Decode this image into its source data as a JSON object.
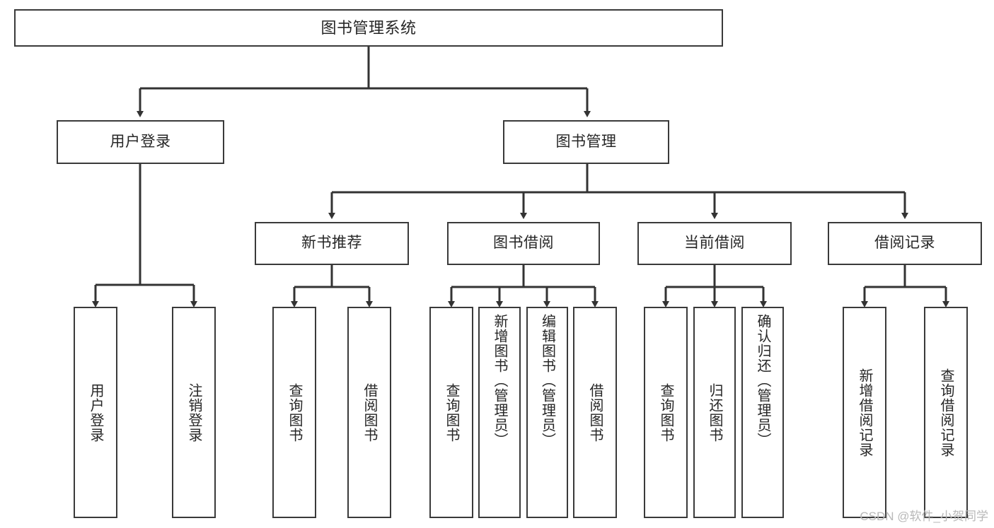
{
  "diagram": {
    "type": "tree",
    "title": "图书管理系统",
    "orientation": "top-down",
    "colors": {
      "background": "#ffffff",
      "node_border": "#3a3a3a",
      "node_fill": "#ffffff",
      "connector": "#333333",
      "label_text": "#262626",
      "watermark_text": "#b8b8b8"
    },
    "root": {
      "label": "图书管理系统"
    },
    "level1": [
      {
        "label": "用户登录"
      },
      {
        "label": "图书管理"
      }
    ],
    "level2": [
      {
        "label": "新书推荐"
      },
      {
        "label": "图书借阅"
      },
      {
        "label": "当前借阅"
      },
      {
        "label": "借阅记录"
      }
    ],
    "leaves": {
      "user_login": [
        {
          "label": "用户登录"
        },
        {
          "label": "注销登录"
        }
      ],
      "new_book_recommend": [
        {
          "label": "查询图书"
        },
        {
          "label": "借阅图书"
        }
      ],
      "book_borrow": [
        {
          "label": "查询图书"
        },
        {
          "label": "新增图书（管理员）"
        },
        {
          "label": "编辑图书（管理员）"
        },
        {
          "label": "借阅图书"
        }
      ],
      "current_borrow": [
        {
          "label": "查询图书"
        },
        {
          "label": "归还图书"
        },
        {
          "label": "确认归还（管理员）"
        }
      ],
      "borrow_record": [
        {
          "label": "新增借阅记录"
        },
        {
          "label": "查询借阅记录"
        }
      ]
    },
    "watermark": "CSDN @软件_小贺同学"
  },
  "chart_data": {
    "type": "table",
    "title": "图书管理系统功能结构",
    "hierarchy": [
      {
        "level": 0,
        "label": "图书管理系统",
        "children": [
          {
            "level": 1,
            "label": "用户登录",
            "children": [
              {
                "level": 2,
                "label": "用户登录"
              },
              {
                "level": 2,
                "label": "注销登录"
              }
            ]
          },
          {
            "level": 1,
            "label": "图书管理",
            "children": [
              {
                "level": 2,
                "label": "新书推荐",
                "children": [
                  {
                    "level": 3,
                    "label": "查询图书"
                  },
                  {
                    "level": 3,
                    "label": "借阅图书"
                  }
                ]
              },
              {
                "level": 2,
                "label": "图书借阅",
                "children": [
                  {
                    "level": 3,
                    "label": "查询图书"
                  },
                  {
                    "level": 3,
                    "label": "新增图书（管理员）"
                  },
                  {
                    "level": 3,
                    "label": "编辑图书（管理员）"
                  },
                  {
                    "level": 3,
                    "label": "借阅图书"
                  }
                ]
              },
              {
                "level": 2,
                "label": "当前借阅",
                "children": [
                  {
                    "level": 3,
                    "label": "查询图书"
                  },
                  {
                    "level": 3,
                    "label": "归还图书"
                  },
                  {
                    "level": 3,
                    "label": "确认归还（管理员）"
                  }
                ]
              },
              {
                "level": 2,
                "label": "借阅记录",
                "children": [
                  {
                    "level": 3,
                    "label": "新增借阅记录"
                  },
                  {
                    "level": 3,
                    "label": "查询借阅记录"
                  }
                ]
              }
            ]
          }
        ]
      }
    ]
  }
}
